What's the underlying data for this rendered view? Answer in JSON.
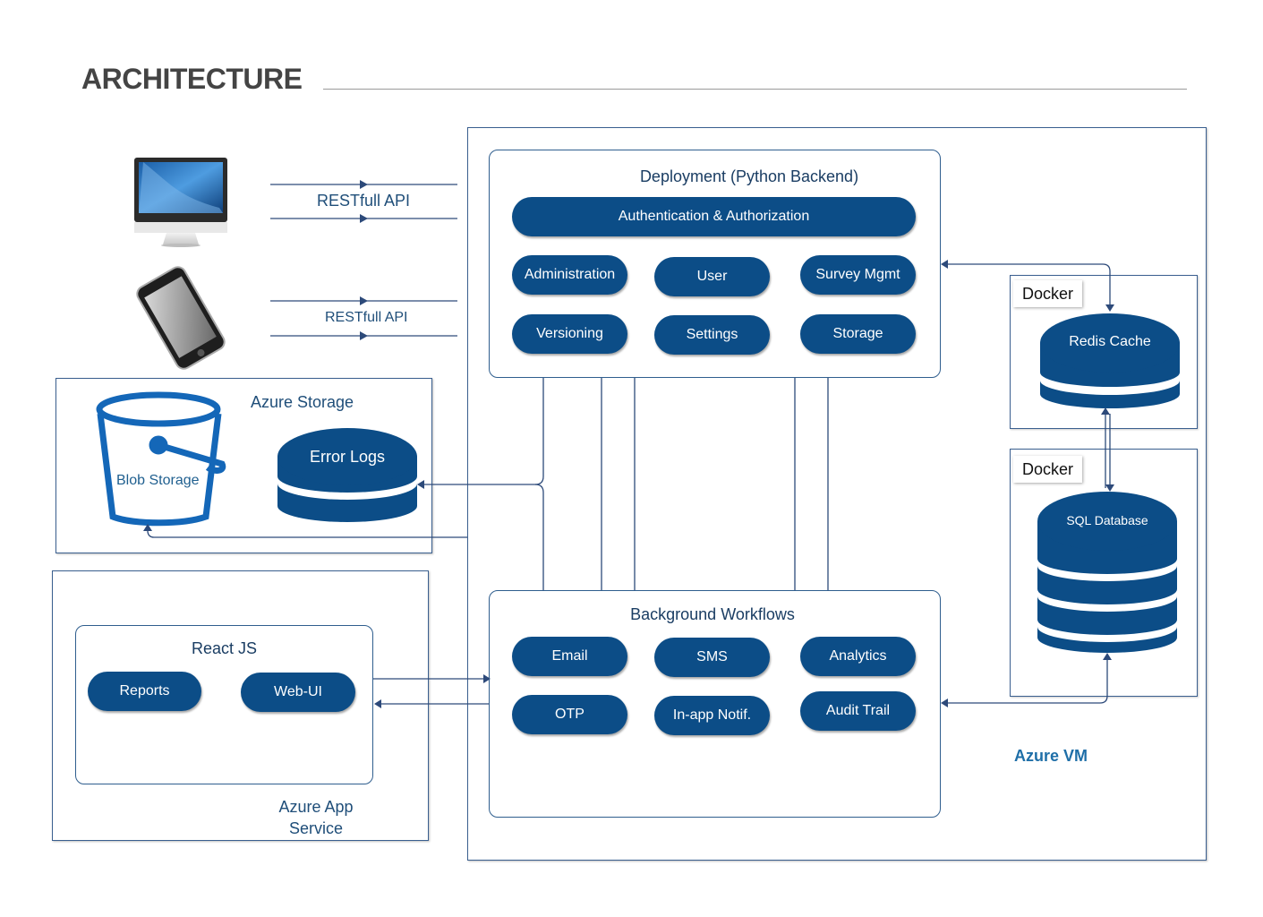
{
  "header": {
    "title": "ARCHITECTURE"
  },
  "clients": {
    "desktop_icon": "desktop-monitor-icon",
    "mobile_icon": "smartphone-icon",
    "desktop_api_label": "RESTfull API",
    "mobile_api_label": "RESTfull API"
  },
  "azure_storage": {
    "label": "Azure Storage",
    "blob_label": "Blob Storage",
    "error_logs_label": "Error Logs"
  },
  "app_service": {
    "label_line1": "Azure App",
    "label_line2": "Service",
    "react": {
      "label": "React JS",
      "items": [
        "Reports",
        "Web-UI"
      ]
    }
  },
  "deployment": {
    "title": "Deployment (Python Backend)",
    "auth": "Authentication & Authorization",
    "modules": [
      "Administration",
      "User",
      "Survey Mgmt",
      "Versioning",
      "Settings",
      "Storage"
    ]
  },
  "workflows": {
    "title": "Background Workflows",
    "items": [
      "Email",
      "SMS",
      "Analytics",
      "OTP",
      "In-app Notif.",
      "Audit Trail"
    ]
  },
  "docker_redis": {
    "tag": "Docker",
    "label": "Redis Cache"
  },
  "docker_sql": {
    "tag": "Docker",
    "label": "SQL Database"
  },
  "azure_vm": {
    "label": "Azure VM"
  },
  "colors": {
    "pill": "#0c4d87",
    "border": "#2f5e8e",
    "text": "#1f4e79",
    "connector": "#2d4a7a"
  }
}
